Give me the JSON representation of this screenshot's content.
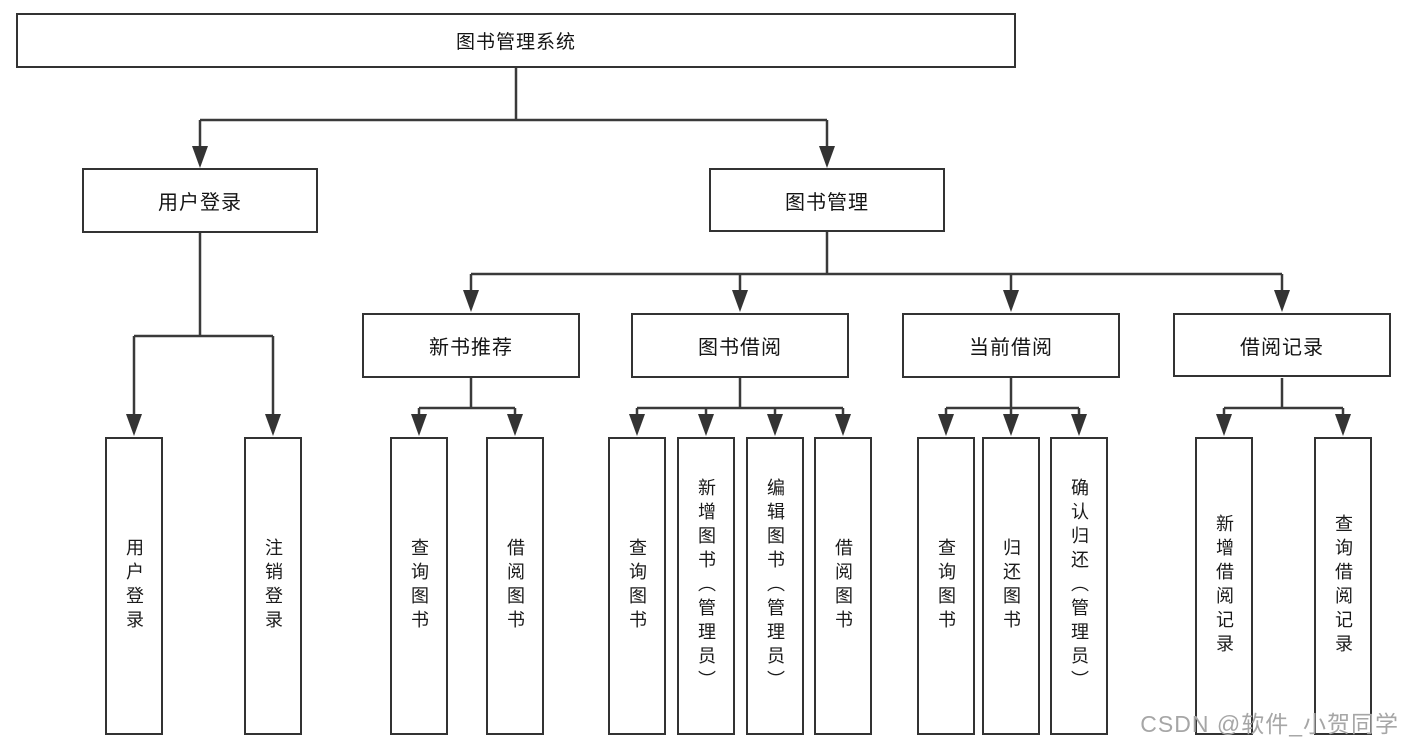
{
  "tree": {
    "root": {
      "label": "图书管理系统"
    },
    "branches": [
      {
        "label": "用户登录",
        "children": [
          {
            "label": "用户登录"
          },
          {
            "label": "注销登录"
          }
        ]
      },
      {
        "label": "图书管理",
        "groups": [
          {
            "label": "新书推荐",
            "children": [
              {
                "label": "查询图书"
              },
              {
                "label": "借阅图书"
              }
            ]
          },
          {
            "label": "图书借阅",
            "children": [
              {
                "label": "查询图书"
              },
              {
                "label": "新增图书（管理员）"
              },
              {
                "label": "编辑图书（管理员）"
              },
              {
                "label": "借阅图书"
              }
            ]
          },
          {
            "label": "当前借阅",
            "children": [
              {
                "label": "查询图书"
              },
              {
                "label": "归还图书"
              },
              {
                "label": "确认归还（管理员）"
              }
            ]
          },
          {
            "label": "借阅记录",
            "children": [
              {
                "label": "新增借阅记录"
              },
              {
                "label": "查询借阅记录"
              }
            ]
          }
        ]
      }
    ]
  },
  "watermark": {
    "text": "CSDN @软件_小贺同学"
  },
  "colors": {
    "line": "#3a3a3a",
    "box_border": "#333333",
    "text": "#141414",
    "background": "#ffffff",
    "watermark": "#a6a6a6"
  }
}
